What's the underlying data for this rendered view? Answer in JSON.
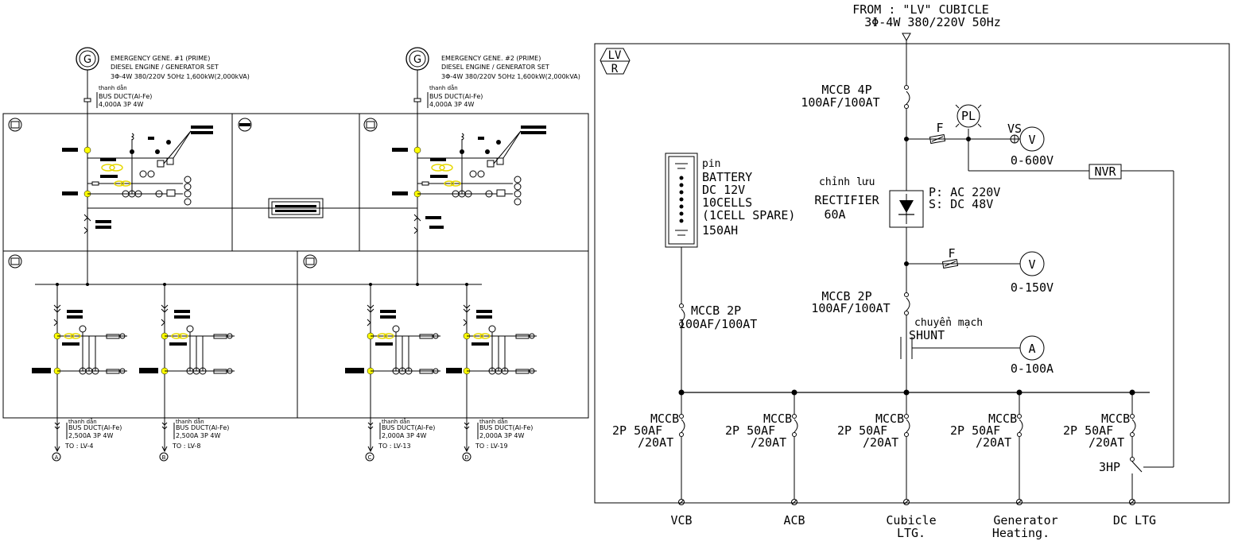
{
  "left": {
    "gen1": {
      "symbol": "G",
      "line1": "EMERGENCY GENE. #1 (PRIME)",
      "line2": "DIESEL ENGINE / GENERATOR SET",
      "line3": "3Φ-4W 380/220V 5OHz 1,600kW(2,000kVA)",
      "duct_note": "thanh dẫn",
      "duct1": "BUS DUCT(Al-Fe)",
      "duct2": "4,000A 3P 4W"
    },
    "gen2": {
      "symbol": "G",
      "line1": "EMERGENCY GENE. #2 (PRIME)",
      "line2": "DIESEL ENGINE / GENERATOR SET",
      "line3": "3Φ-4W 380/220V 5OHz 1,600kW(2,000kVA)",
      "duct_note": "thanh dẫn",
      "duct1": "BUS DUCT(Al-Fe)",
      "duct2": "4,000A 3P 4W"
    },
    "outputs": [
      {
        "note": "thanh dẫn",
        "duct1": "BUS DUCT(Al-Fe)",
        "duct2": "2,500A 3P 4W",
        "to": "TO : LV-4",
        "tag": "A"
      },
      {
        "note": "thanh dẫn",
        "duct1": "BUS DUCT(Al-Fe)",
        "duct2": "2,500A 3P 4W",
        "to": "TO : LV-8",
        "tag": "B"
      },
      {
        "note": "thanh dẫn",
        "duct1": "BUS DUCT(Al-Fe)",
        "duct2": "2,000A 3P 4W",
        "to": "TO : LV-13",
        "tag": "C"
      },
      {
        "note": "thanh dẫn",
        "duct1": "BUS DUCT(Al-Fe)",
        "duct2": "2,000A 3P 4W",
        "to": "TO : LV-19",
        "tag": "D"
      }
    ]
  },
  "right": {
    "source1": "FROM : \"LV\" CUBICLE",
    "source2": "3Φ-4W 380/220V 50Hz",
    "panel_tag_top": "LV",
    "panel_tag_bottom": "R",
    "mccb_main1": "MCCB 4P",
    "mccb_main2": "100AF/100AT",
    "fuse1": "F",
    "fuse2": "F",
    "pilot_lamp": "PL",
    "vs": "VS",
    "volt1_symbol": "V",
    "volt1_range": "0-600V",
    "nvr": "NVR",
    "rect_note": "chỉnh lưu",
    "rect_label": "RECTIFIER",
    "rect_amp": "60A",
    "rect_p": "P:  AC 220V",
    "rect_s": "S:  DC 48V",
    "volt2_symbol": "V",
    "volt2_range": "0-150V",
    "batt_note": "pin",
    "batt_lines": [
      "BATTERY",
      "DC 12V",
      "10CELLS",
      "(1CELL SPARE)",
      "150AH"
    ],
    "mccb_dc1": "MCCB 2P",
    "mccb_dc2": "100AF/100AT",
    "mccb_batt1": "MCCB 2P",
    "mccb_batt2": "100AF/100AT",
    "shunt_note": "chuyển mạch",
    "shunt": "SHUNT",
    "amm_symbol": "A",
    "amm_range": "0-100A",
    "branches": [
      {
        "l1": "MCCB",
        "l2": "2P  50AF",
        "l3": "/20AT",
        "out1": "VCB",
        "out2": ""
      },
      {
        "l1": "MCCB",
        "l2": "2P  50AF",
        "l3": "/20AT",
        "out1": "ACB",
        "out2": ""
      },
      {
        "l1": "MCCB",
        "l2": "2P  50AF",
        "l3": "/20AT",
        "out1": "Cubicle",
        "out2": "LTG."
      },
      {
        "l1": "MCCB",
        "l2": "2P  50AF",
        "l3": "/20AT",
        "out1": "Generator",
        "out2": "Heating."
      },
      {
        "l1": "MCCB",
        "l2": "2P  50AF",
        "l3": "/20AT",
        "out1": "DC LTG",
        "out2": ""
      }
    ],
    "hp": "3HP"
  }
}
